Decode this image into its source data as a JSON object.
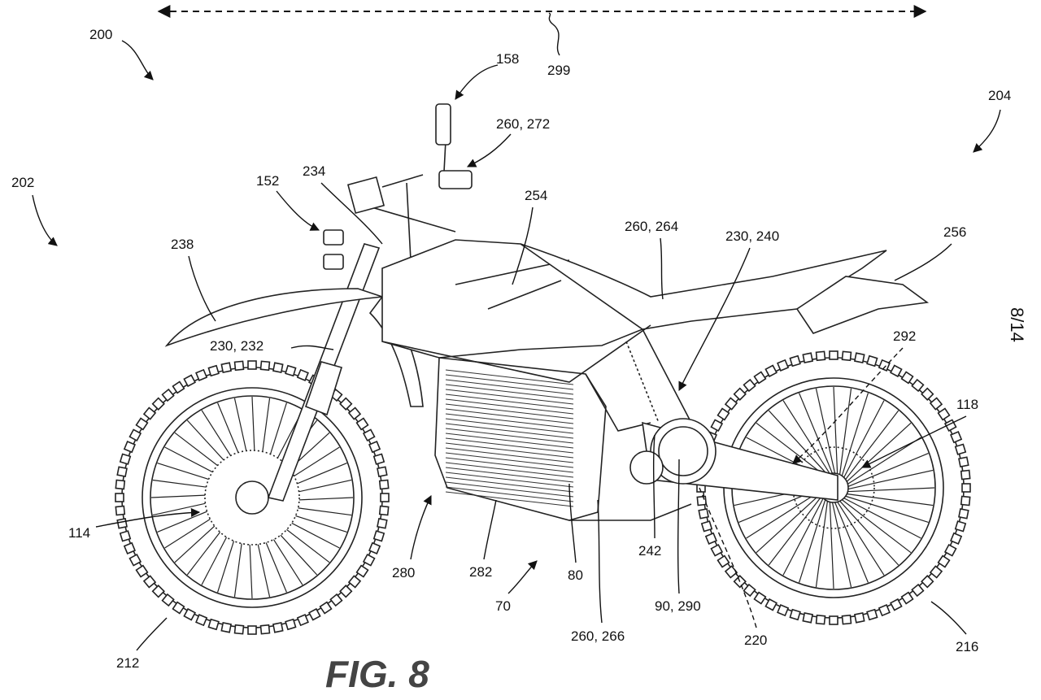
{
  "figure": {
    "title": "FIG. 8",
    "sheet": "8/14"
  },
  "labels": {
    "l200": "200",
    "l299": "299",
    "l158": "158",
    "l260_272": "260, 272",
    "l204": "204",
    "l202": "202",
    "l152": "152",
    "l234": "234",
    "l254": "254",
    "l260_264": "260, 264",
    "l230_240": "230, 240",
    "l256": "256",
    "l238": "238",
    "l230_232": "230, 232",
    "l292": "292",
    "l118": "118",
    "l114": "114",
    "l280": "280",
    "l282": "282",
    "l80": "80",
    "l242": "242",
    "l70": "70",
    "l90_290": "90, 290",
    "l260_266": "260, 266",
    "l220": "220",
    "l216": "216",
    "l212": "212"
  }
}
